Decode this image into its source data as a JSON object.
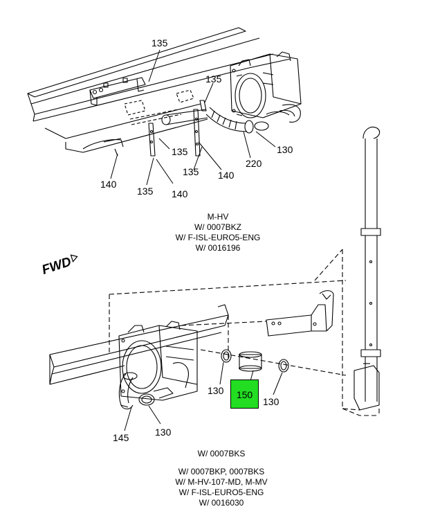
{
  "colors": {
    "highlight": "#22dd22",
    "ink": "#000000",
    "background": "#ffffff"
  },
  "fwd_label": "FWD",
  "icons": {
    "fwd_arrow": "forward-arrow-icon"
  },
  "upper_view": {
    "callouts": [
      "135",
      "135",
      "135",
      "135",
      "135",
      "140",
      "140",
      "140",
      "130",
      "220"
    ],
    "note": {
      "line1": "M-HV",
      "line2": "W/ 0007BKZ",
      "line3": "W/ F-ISL-EURO5-ENG",
      "line4": "W/ 0016196"
    }
  },
  "lower_view": {
    "callouts": [
      "130",
      "130",
      "145",
      "130"
    ],
    "highlighted_callout": "150",
    "note_a": "W/ 0007BKS",
    "note_b": {
      "line1": "W/ 0007BKP, 0007BKS",
      "line2": "W/ M-HV-107-MD, M-MV",
      "line3": "W/ F-ISL-EURO5-ENG",
      "line4": "W/ 0016030"
    }
  }
}
